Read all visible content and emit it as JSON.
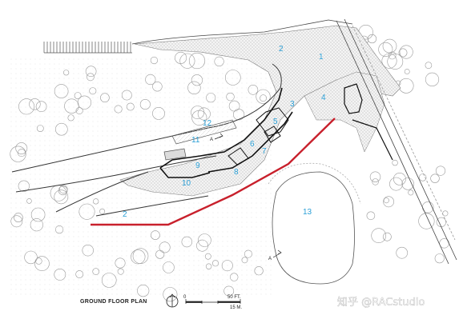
{
  "plan": {
    "title": "GROUND FLOOR PLAN",
    "scale": {
      "zero": "0",
      "ft": "50 FT.",
      "m": "15 M."
    },
    "section_mark": "A",
    "watermark": "知乎 @RACstudio",
    "labels": [
      {
        "id": "1",
        "text": "1"
      },
      {
        "id": "2a",
        "text": "2"
      },
      {
        "id": "3",
        "text": "3"
      },
      {
        "id": "4",
        "text": "4"
      },
      {
        "id": "5",
        "text": "5"
      },
      {
        "id": "6",
        "text": "6"
      },
      {
        "id": "7",
        "text": "7"
      },
      {
        "id": "8",
        "text": "8"
      },
      {
        "id": "9",
        "text": "9"
      },
      {
        "id": "10",
        "text": "10"
      },
      {
        "id": "11",
        "text": "11"
      },
      {
        "id": "12",
        "text": "12"
      },
      {
        "id": "2b",
        "text": "2"
      },
      {
        "id": "13",
        "text": "13"
      }
    ],
    "colors": {
      "label": "#2a9fd6",
      "path": "#c8202c",
      "line": "#333333",
      "light": "#bdbdbd"
    }
  }
}
